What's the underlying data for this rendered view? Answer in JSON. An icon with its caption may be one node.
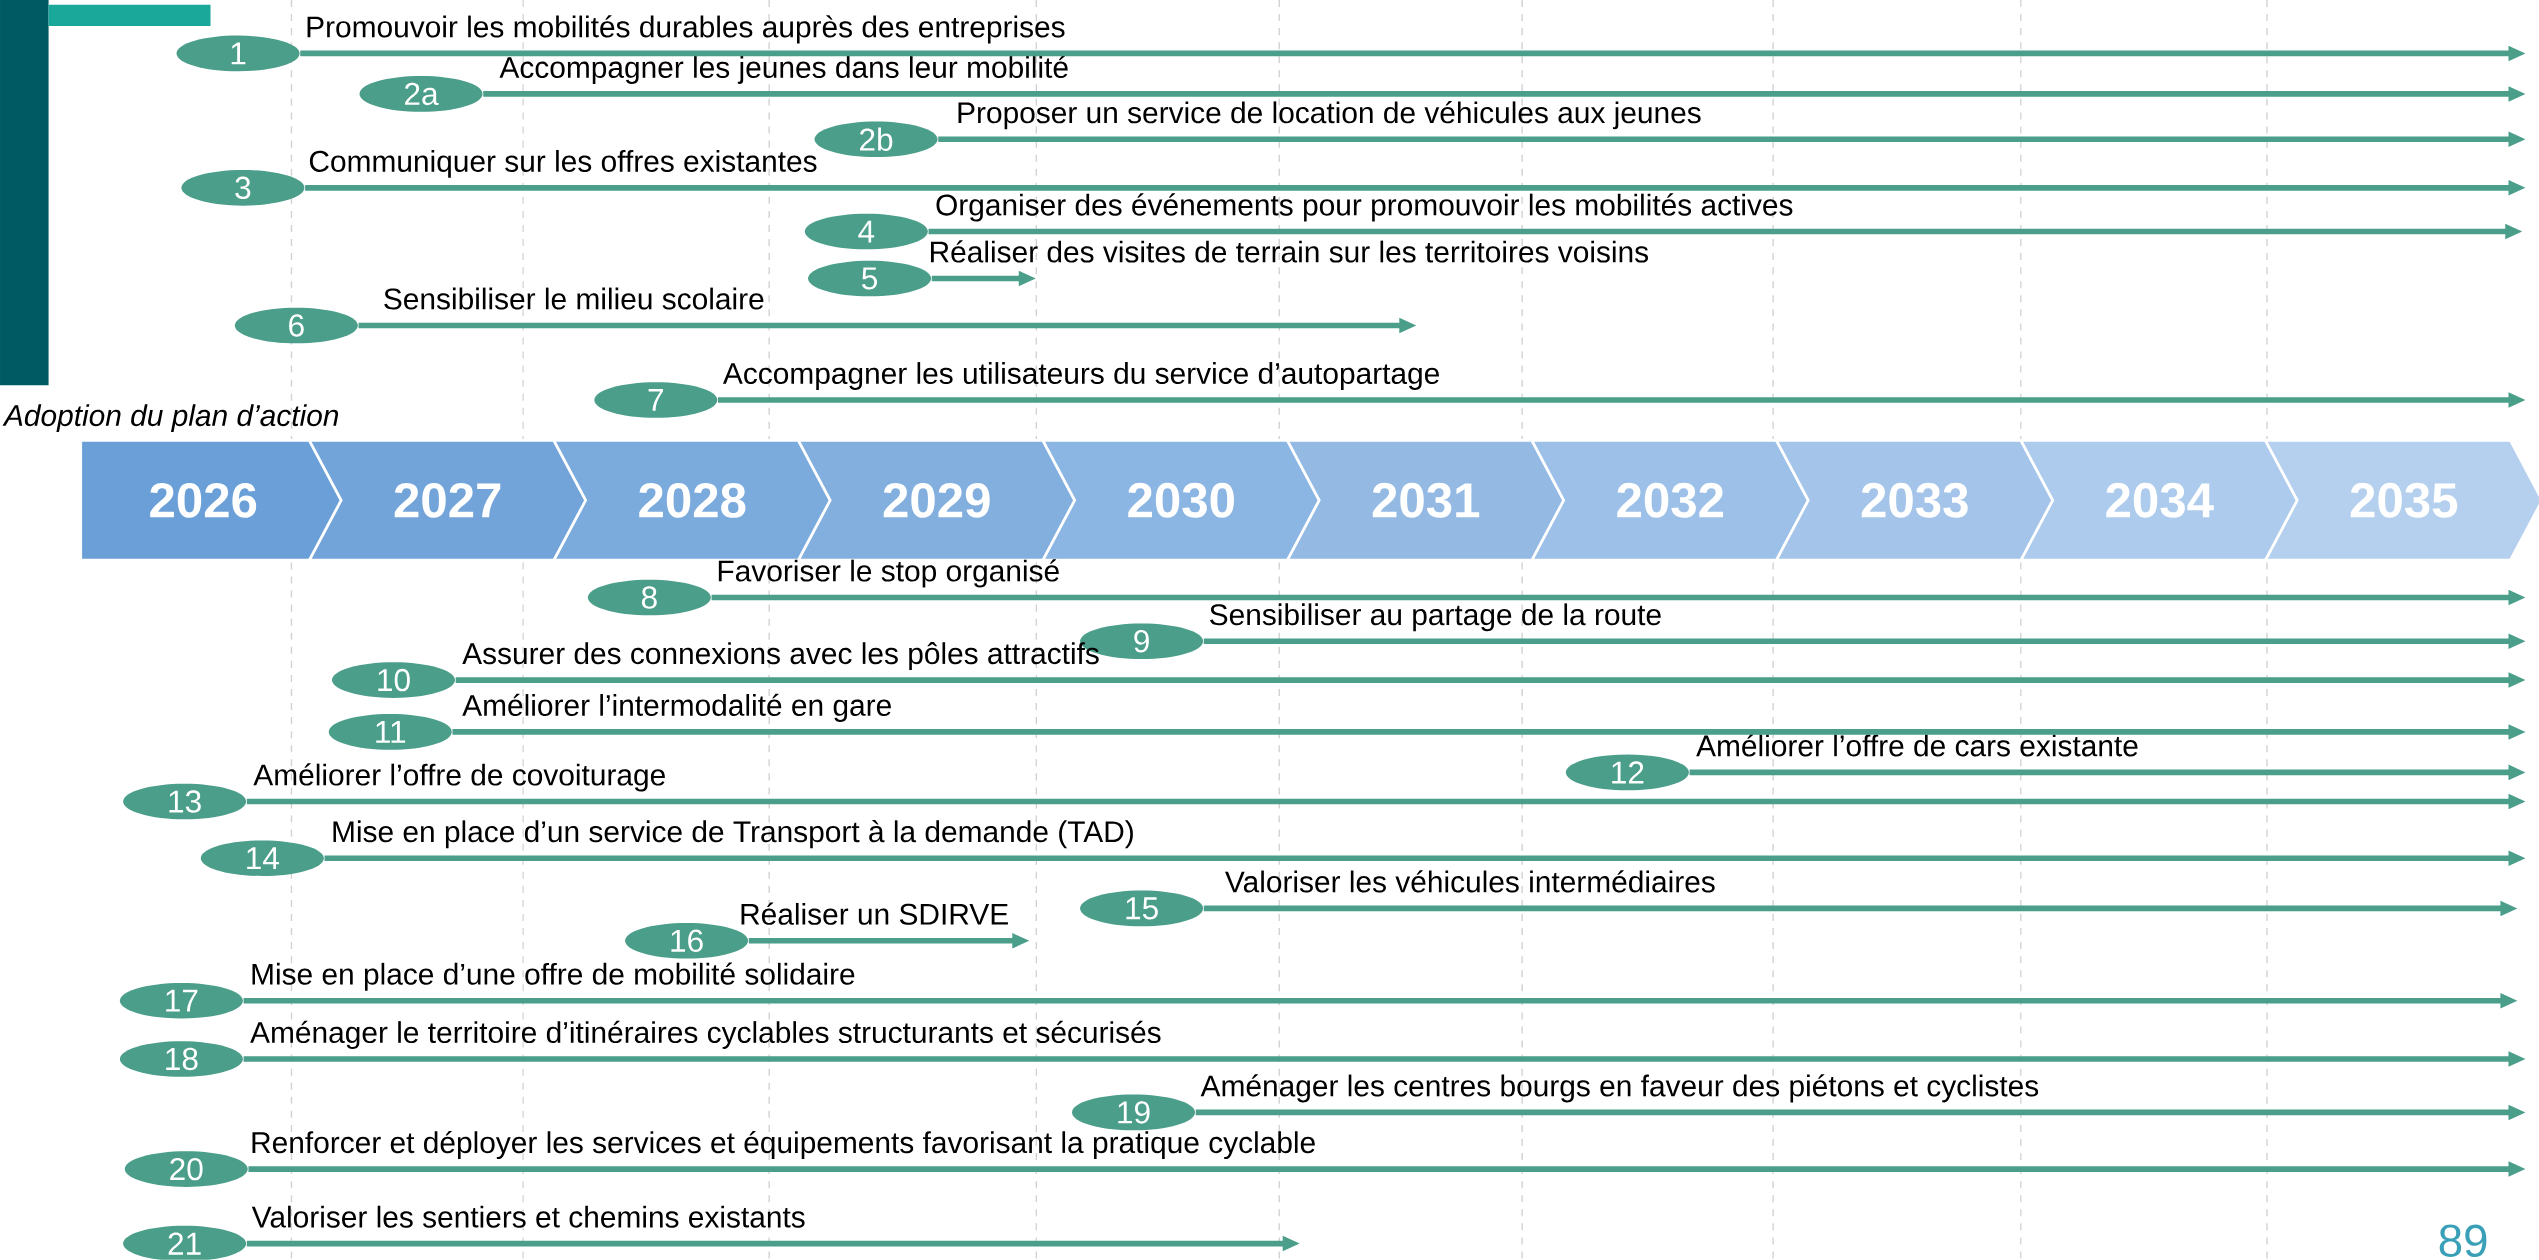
{
  "diagram": {
    "nodes": [
      {
        "text": [
          "1"
        ],
        "beside": [
          "Promouvoir les mobilités durables auprès des entreprises"
        ]
      },
      {
        "text": [
          "2a"
        ],
        "beside": [
          "Accompagner les jeunes dans leur mobilité"
        ]
      },
      {
        "text": [
          "2b"
        ],
        "beside": [
          "Proposer un service de location de véhicules aux jeunes"
        ]
      },
      {
        "text": [
          "3"
        ],
        "beside": [
          "Communiquer sur les offres existantes"
        ]
      },
      {
        "text": [
          "4"
        ],
        "beside": [
          "Organiser des événements pour promouvoir les mobilités actives"
        ]
      },
      {
        "text": [
          "5"
        ],
        "beside": [
          "Réaliser des visites de terrain sur les territoires voisins"
        ]
      },
      {
        "text": [
          "6"
        ],
        "beside": [
          "Sensibiliser le milieu scolaire"
        ]
      },
      {
        "text": [
          "7"
        ],
        "beside": [
          "Accompagner les utilisateurs du service d’autopartage"
        ]
      },
      {
        "text": [
          "2026"
        ]
      },
      {
        "text": [
          "2027"
        ]
      },
      {
        "text": [
          "2028"
        ]
      },
      {
        "text": [
          "2029"
        ]
      },
      {
        "text": [
          "2030"
        ]
      },
      {
        "text": [
          "2031"
        ]
      },
      {
        "text": [
          "2032"
        ]
      },
      {
        "text": [
          "2033"
        ]
      },
      {
        "text": [
          "2034"
        ]
      },
      {
        "text": [
          "2035"
        ]
      },
      {
        "text": [
          "8"
        ],
        "beside": [
          "Favoriser le stop organisé"
        ]
      },
      {
        "text": [
          "9"
        ],
        "beside": [
          "Sensibiliser au partage de la route"
        ]
      },
      {
        "text": [
          "10"
        ],
        "beside": [
          "Assurer des connexions avec les pôles attractifs"
        ]
      },
      {
        "text": [
          "11"
        ],
        "beside": [
          "Améliorer l’intermodalité en gare"
        ]
      },
      {
        "text": [
          "12"
        ],
        "beside": [
          "Améliorer l’offre de cars existante"
        ]
      },
      {
        "text": [
          "13"
        ],
        "beside": [
          "Améliorer l’offre de covoiturage"
        ]
      },
      {
        "text": [
          "14"
        ],
        "beside": [
          "Mise en place d’un service de Transport à la demande (TAD)"
        ]
      },
      {
        "text": [
          "15"
        ],
        "beside": [
          "Valoriser les véhicules intermédiaires"
        ]
      },
      {
        "text": [
          "16"
        ],
        "beside": [
          "Réaliser un SDIRVE"
        ]
      },
      {
        "text": [
          "17"
        ],
        "beside": [
          "Mise en place d’une offre de mobilité solidaire"
        ]
      },
      {
        "text": [
          "18"
        ],
        "beside": [
          "Aménager le territoire d’itinéraires cyclables structurants et sécurisés"
        ]
      },
      {
        "text": [
          "19"
        ],
        "beside": [
          "Aménager les centres bourgs en faveur des piétons et cyclistes"
        ]
      },
      {
        "text": [
          "20"
        ],
        "beside": [
          "Renforcer et déployer les services et équipements favorisant la pratique cyclable"
        ]
      },
      {
        "text": [
          "21"
        ],
        "beside": [
          "Valoriser les sentiers et chemins existants"
        ]
      }
    ],
    "edges": [
      {
        "from": 0,
        "to": null,
        "arrow": "to"
      },
      {
        "from": 1,
        "to": null,
        "arrow": "to"
      },
      {
        "from": 2,
        "to": null,
        "arrow": "to"
      },
      {
        "from": 3,
        "to": null,
        "arrow": "to"
      },
      {
        "from": 4,
        "to": null,
        "arrow": "to"
      },
      {
        "from": 5,
        "to": null,
        "arrow": "to"
      },
      {
        "from": 6,
        "to": null,
        "arrow": "to"
      },
      {
        "from": 7,
        "to": null,
        "arrow": "to"
      },
      {
        "from": 18,
        "to": null,
        "arrow": "to"
      },
      {
        "from": 19,
        "to": null,
        "arrow": "to"
      },
      {
        "from": 20,
        "to": null,
        "arrow": "to"
      },
      {
        "from": 21,
        "to": null,
        "arrow": "to"
      },
      {
        "from": 22,
        "to": null,
        "arrow": "to"
      },
      {
        "from": 23,
        "to": null,
        "arrow": "to"
      },
      {
        "from": 24,
        "to": null,
        "arrow": "to"
      },
      {
        "from": 25,
        "to": null,
        "arrow": "to"
      },
      {
        "from": 26,
        "to": null,
        "arrow": "to"
      },
      {
        "from": 27,
        "to": null,
        "arrow": "to"
      },
      {
        "from": 28,
        "to": null,
        "arrow": "to"
      },
      {
        "from": 29,
        "to": null,
        "arrow": "to"
      },
      {
        "from": 30,
        "to": null,
        "arrow": "to"
      },
      {
        "from": 31,
        "to": null,
        "arrow": "to"
      }
    ],
    "labels": [
      "Adoption du plan d’action",
      "89"
    ]
  }
}
